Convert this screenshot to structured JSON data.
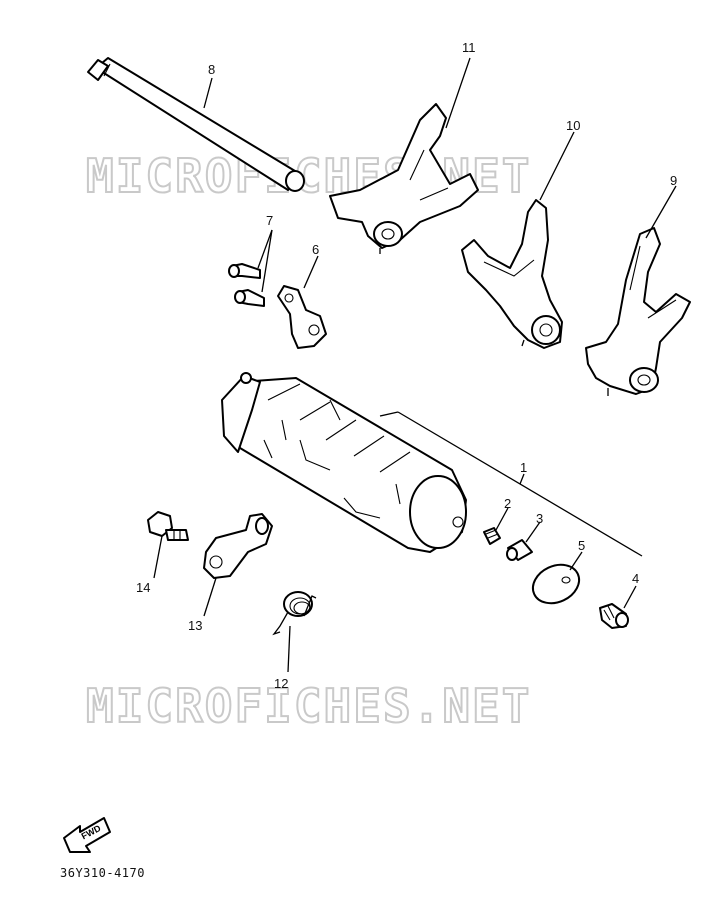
{
  "watermark": {
    "text": "MICROFICHES.NET"
  },
  "callouts": {
    "n1": "1",
    "n2": "2",
    "n3": "3",
    "n4": "4",
    "n5": "5",
    "n6": "6",
    "n7": "7",
    "n8": "8",
    "n9": "9",
    "n10": "10",
    "n11": "11",
    "n12": "12",
    "n13": "13",
    "n14": "14"
  },
  "fwd_label": "FWD",
  "diagram_code": "36Y310-4170"
}
